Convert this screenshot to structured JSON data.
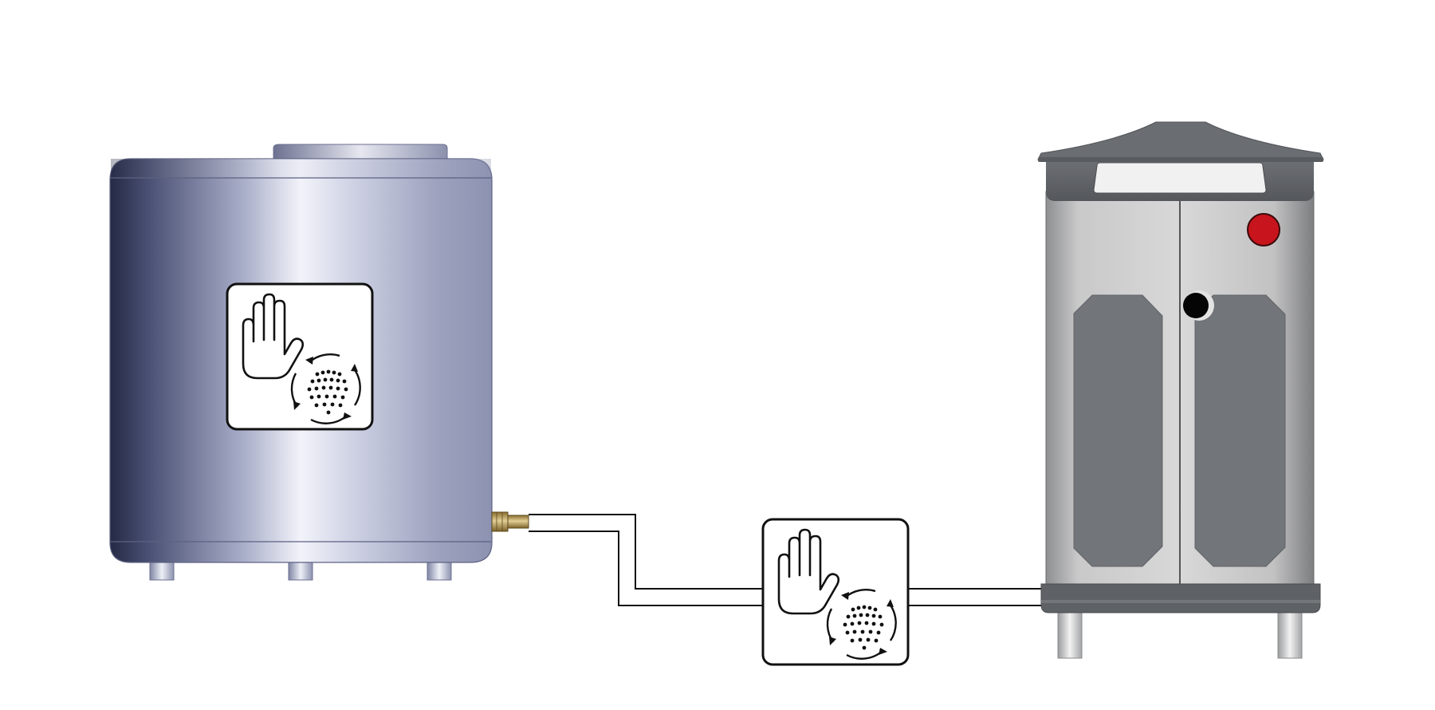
{
  "diagram": {
    "components": [
      {
        "id": "tank",
        "kind": "storage-tank",
        "sticker_icons": [
          "hand-stop-icon",
          "rotating-spray-icon"
        ]
      },
      {
        "id": "pipe",
        "kind": "twin-pipe-line"
      },
      {
        "id": "inline-unit",
        "kind": "sticker-box",
        "sticker_icons": [
          "hand-stop-icon",
          "rotating-spray-icon"
        ]
      },
      {
        "id": "cabinet",
        "kind": "two-door-cabinet",
        "indicator": "red-button-icon",
        "lock": "keyhole-icon"
      }
    ],
    "colors": {
      "tank_dark": "#2a2f48",
      "tank_light": "#f4f5fb",
      "tank_mid": "#9aa0bd",
      "fitting_brass": "#b89a55",
      "cabinet_roof": "#5f6266",
      "cabinet_body_light": "#d4d4d4",
      "cabinet_panel": "#727579",
      "indicator_red": "#c8141c",
      "line": "#111111"
    }
  }
}
